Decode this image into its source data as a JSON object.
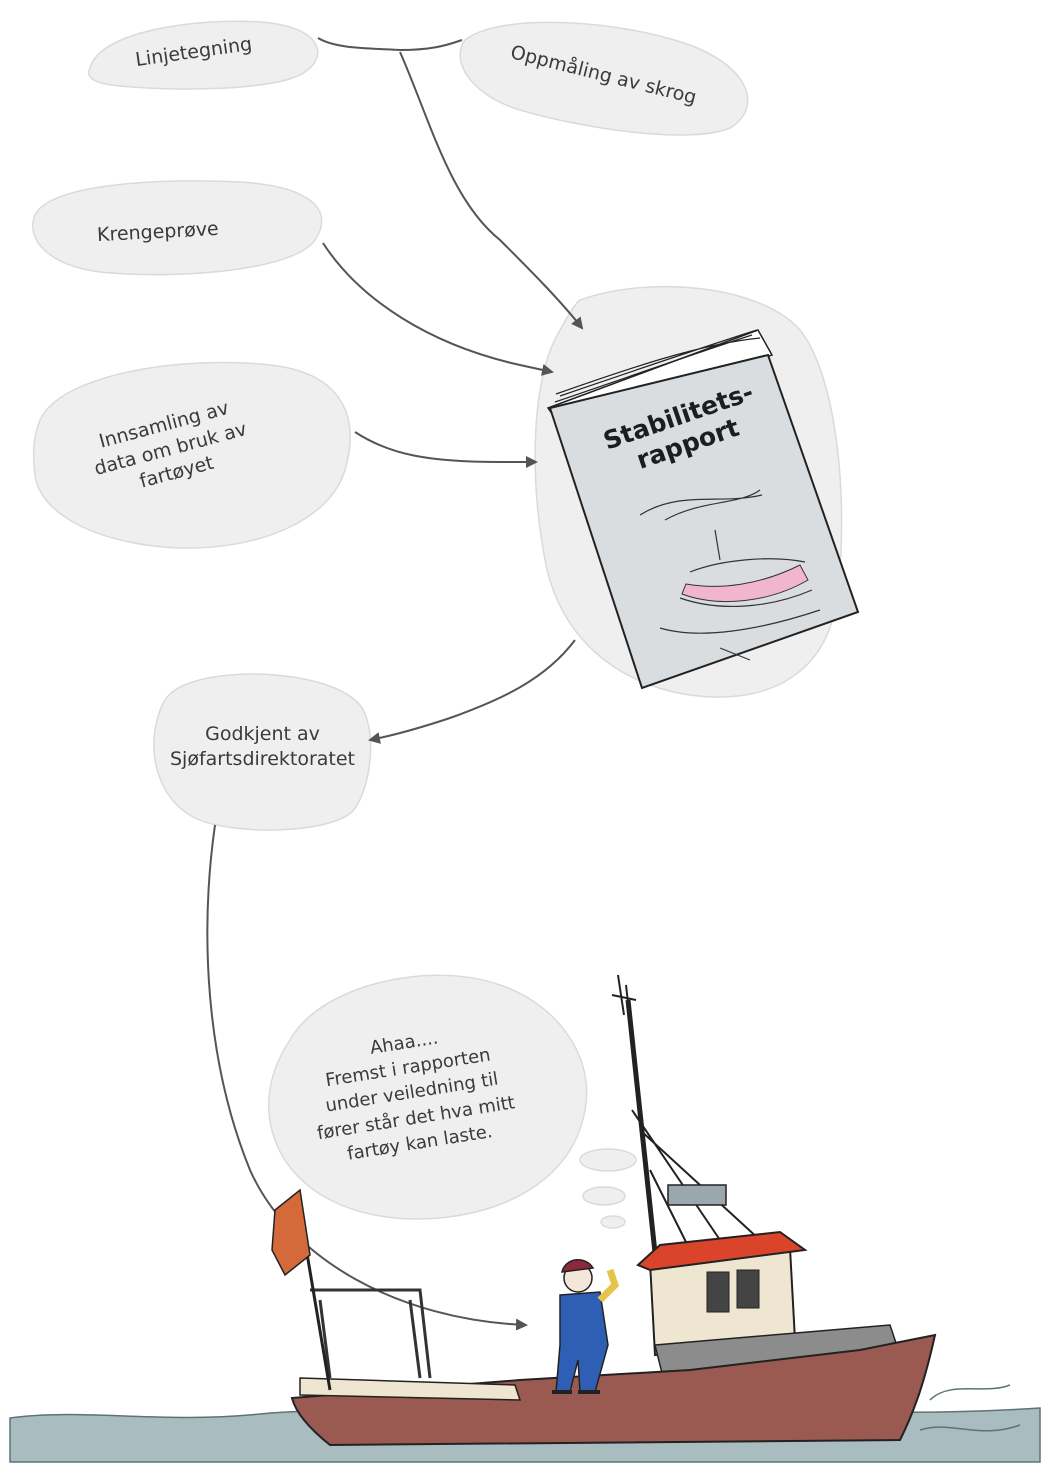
{
  "nodes": {
    "linjetegning": "Linjetegning",
    "oppmaling": "Oppmåling av skrog",
    "krengeprove": "Krengeprøve",
    "innsamling": [
      "Innsamling av",
      "data om bruk av",
      "fartøyet"
    ],
    "godkjent": [
      "Godkjent av",
      "Sjøfartsdirektoratet"
    ]
  },
  "report": {
    "title": [
      "Stabilitets-",
      "rapport"
    ]
  },
  "thought": {
    "lines": [
      "Ahaa....",
      "Fremst i rapporten",
      "under veiledning til",
      "fører står det hva mitt",
      "fartøy kan laste."
    ]
  },
  "colors": {
    "bubble_fill": "#eeefee",
    "bubble_stroke": "#d9dbd9",
    "arrow": "#555555",
    "book_cover": "#d9dde0",
    "hull": "#9a5a52",
    "cabin_roof": "#d9442b",
    "flag": "#d46a3a",
    "sea": "#a9bcc0"
  }
}
